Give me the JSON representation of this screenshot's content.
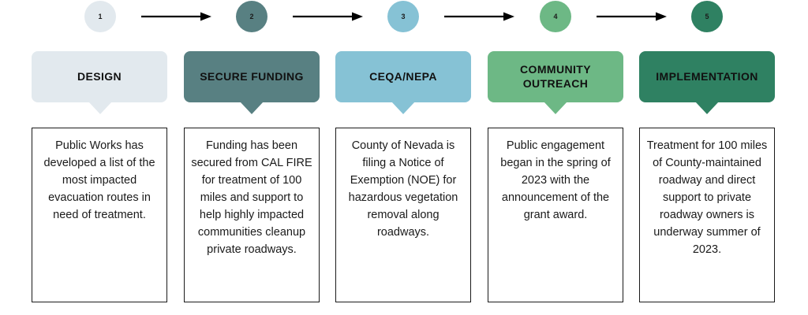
{
  "diagram": {
    "type": "process-flow",
    "step_count": 5,
    "colors": {
      "background": "#ffffff",
      "title_text": "#111111",
      "body_text": "#1a1a1a",
      "box_border": "#1a1a1a",
      "arrow": "#000000"
    },
    "steps": [
      {
        "number": "1",
        "title": "DESIGN",
        "description": "Public Works has developed a list of the most impacted evacuation routes in need of treatment.",
        "color": "#e2e9ee"
      },
      {
        "number": "2",
        "title": "SECURE FUNDING",
        "description": "Funding has been secured from CAL FIRE for treatment of 100 miles and support to help highly impacted communities cleanup private roadways.",
        "color": "#588082"
      },
      {
        "number": "3",
        "title": "CEQA/NEPA",
        "description": "County of Nevada is filing a Notice of Exemption (NOE) for hazardous vegetation removal along roadways.",
        "color": "#86c2d5"
      },
      {
        "number": "4",
        "title": "COMMUNITY OUTREACH",
        "description": "Public engagement began in the spring of 2023 with the announcement of the grant award.",
        "color": "#6db885"
      },
      {
        "number": "5",
        "title": "IMPLEMENTATION",
        "description": "Treatment for 100 miles of County-maintained roadway and direct support to private roadway owners is underway summer of 2023.",
        "color": "#2f8162"
      }
    ]
  }
}
